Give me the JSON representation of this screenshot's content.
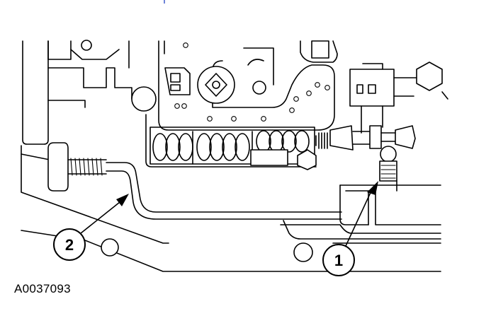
{
  "callouts": [
    {
      "id": "callout-1",
      "label": "1"
    },
    {
      "id": "callout-2",
      "label": "2"
    }
  ],
  "figure_id": "A0037093"
}
